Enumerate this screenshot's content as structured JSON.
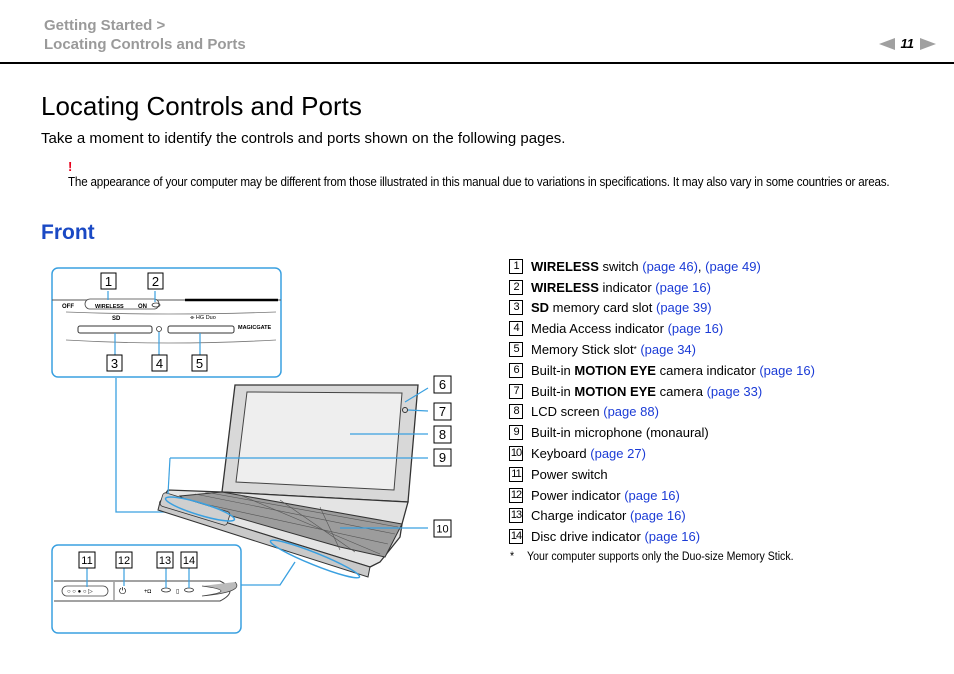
{
  "header": {
    "breadcrumb_parent": "Getting Started >",
    "breadcrumb_current": "Locating Controls and Ports",
    "page_number": "11"
  },
  "main": {
    "title": "Locating Controls and Ports",
    "intro": "Take a moment to identify the controls and ports shown on the following pages.",
    "warning_mark": "!",
    "note": "The appearance of your computer may be different from those illustrated in this manual due to variations in specifications. It may also vary in some countries or areas.",
    "section_title": "Front"
  },
  "legend": [
    {
      "num": "1",
      "pre": "",
      "bold": "WIRELESS",
      "post": " switch ",
      "links": [
        "(page 46)",
        "(page 49)"
      ]
    },
    {
      "num": "2",
      "pre": "",
      "bold": "WIRELESS",
      "post": " indicator ",
      "links": [
        "(page 16)"
      ]
    },
    {
      "num": "3",
      "pre": "",
      "bold": "SD",
      "post": " memory card slot ",
      "links": [
        "(page 39)"
      ]
    },
    {
      "num": "4",
      "pre": "Media Access indicator ",
      "bold": "",
      "post": "",
      "links": [
        "(page 16)"
      ]
    },
    {
      "num": "5",
      "pre": "Memory Stick slot",
      "bold": "",
      "post": "",
      "sup": "*",
      "links": [
        "(page 34)"
      ]
    },
    {
      "num": "6",
      "pre": "Built-in ",
      "bold": "MOTION EYE",
      "post": " camera indicator ",
      "links": [
        "(page 16)"
      ]
    },
    {
      "num": "7",
      "pre": "Built-in ",
      "bold": "MOTION EYE",
      "post": " camera ",
      "links": [
        "(page 33)"
      ]
    },
    {
      "num": "8",
      "pre": "LCD screen ",
      "bold": "",
      "post": "",
      "links": [
        "(page 88)"
      ]
    },
    {
      "num": "9",
      "pre": "Built-in microphone (monaural)",
      "bold": "",
      "post": "",
      "links": []
    },
    {
      "num": "10",
      "pre": "Keyboard ",
      "bold": "",
      "post": "",
      "links": [
        "(page 27)"
      ]
    },
    {
      "num": "11",
      "pre": "Power switch",
      "bold": "",
      "post": "",
      "links": []
    },
    {
      "num": "12",
      "pre": "Power indicator ",
      "bold": "",
      "post": "",
      "links": [
        "(page 16)"
      ]
    },
    {
      "num": "13",
      "pre": "Charge indicator ",
      "bold": "",
      "post": "",
      "links": [
        "(page 16)"
      ]
    },
    {
      "num": "14",
      "pre": "Disc drive indicator ",
      "bold": "",
      "post": "",
      "links": [
        "(page 16)"
      ]
    }
  ],
  "footnote": {
    "mark": "*",
    "text": "Your computer supports only the Duo-size Memory Stick."
  },
  "figure": {
    "label_off": "OFF",
    "label_wireless": "WIRELESS",
    "label_on": "ON",
    "label_sd": "SD",
    "label_magicgate": "MAGICGATE",
    "callouts": [
      "1",
      "2",
      "3",
      "4",
      "5",
      "6",
      "7",
      "8",
      "9",
      "10",
      "11",
      "12",
      "13",
      "14"
    ]
  },
  "colors": {
    "accent": "#1a49c4",
    "link": "#1b3bd6",
    "callout_frame": "#3aa0e0",
    "warning": "#e8001c"
  }
}
